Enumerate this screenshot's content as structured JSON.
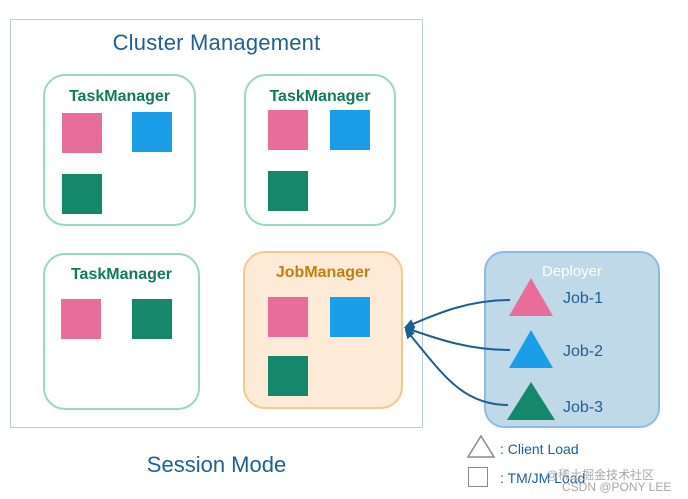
{
  "cluster": {
    "title": "Cluster Management"
  },
  "task_managers": [
    {
      "label": "TaskManager"
    },
    {
      "label": "TaskManager"
    },
    {
      "label": "TaskManager"
    }
  ],
  "job_manager": {
    "label": "JobManager"
  },
  "deployer": {
    "title": "Deployer",
    "jobs": [
      "Job-1",
      "Job-2",
      "Job-3"
    ]
  },
  "footer": {
    "title": "Session Mode"
  },
  "legend": {
    "client_load": ": Client Load",
    "tm_jm": ": TM/JM Load"
  },
  "watermark": {
    "line1": "@稀土掘金技术社区",
    "line2": "CSDN @PONY LEE"
  },
  "colors": {
    "pink": "#e86d9b",
    "blue": "#1a9ee8",
    "green": "#15876a",
    "arrow": "#1e5f92"
  }
}
